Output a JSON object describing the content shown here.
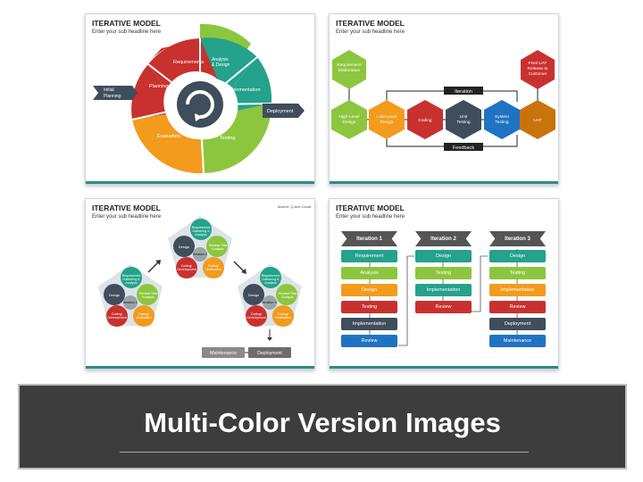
{
  "slides": [
    {
      "title": "ITERATIVE MODEL",
      "subtitle": "Enter your sub headline here",
      "start_label": "Initial Planning",
      "end_label": "Deployment",
      "segments": [
        "Requirements",
        "Analysis & Design",
        "Implementation",
        "Testing",
        "Evaluation",
        "Planning"
      ]
    },
    {
      "title": "ITERATIVE MODEL",
      "subtitle": "Enter your sub headline here",
      "top_left": "Requirement Elaboration",
      "top_right": "Final UAT Release to Customer",
      "iteration_label": "Iteration",
      "feedback_label": "Feedback",
      "hexes": [
        "High-Level Design",
        "Low-Level Design",
        "Coding",
        "Unit Testing",
        "System Testing",
        "UAT"
      ]
    },
    {
      "title": "ITERATIVE MODEL",
      "subtitle": "Enter your sub headline here",
      "source": "Source: Q Ace Cloud",
      "circles": {
        "design": "Design",
        "requirement": "Requirement Gathering & Analysis",
        "review": "Review/ Risk Analysis",
        "coding": "Coding/ Development",
        "testing": "Testing/ Verification"
      },
      "iterations": [
        "Iteration 1",
        "Iteration 2",
        "Iteration 'n'"
      ],
      "maintenance": "Maintenance",
      "deployment": "Deployment"
    },
    {
      "title": "ITERATIVE MODEL",
      "subtitle": "Enter your sub headline here",
      "columns": [
        {
          "head": "Iteration 1",
          "steps": [
            "Requirement",
            "Analysis",
            "Design",
            "Testing",
            "Implementation",
            "Review"
          ]
        },
        {
          "head": "Iteration 2",
          "steps": [
            "Design",
            "Testing",
            "Implementation",
            "Review"
          ]
        },
        {
          "head": "Iteration 3",
          "steps": [
            "Design",
            "Testing",
            "Implementation",
            "Review",
            "Deployment",
            "Maintenance"
          ]
        }
      ]
    }
  ],
  "banner": {
    "title": "Multi-Color Version Images"
  },
  "colors": {
    "teal": "#24a28b",
    "green": "#8cc63f",
    "orange": "#f29b1d",
    "red": "#c8312e",
    "slate": "#3f4d5c",
    "blue": "#1f73c2",
    "burnt": "#c9730b",
    "banner_bg": "#3d3d3d"
  }
}
